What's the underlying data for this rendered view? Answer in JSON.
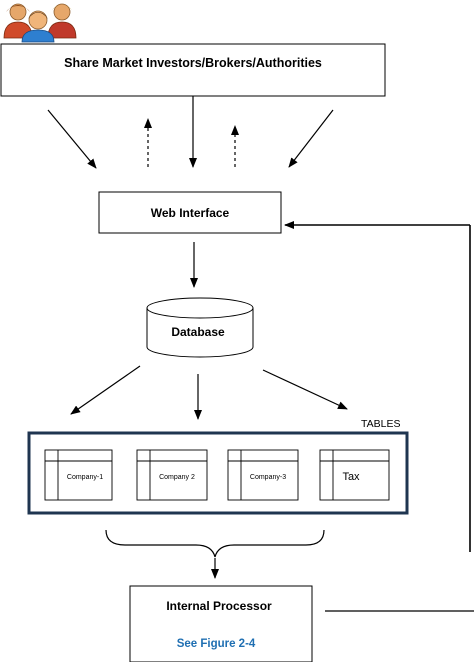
{
  "investors_box": {
    "label": "Share Market Investors/Brokers/Authorities"
  },
  "web_interface": {
    "label": "Web Interface"
  },
  "database": {
    "label": "Database"
  },
  "tables": {
    "heading": "TABLES",
    "items": [
      {
        "label": "Company-1"
      },
      {
        "label": "Company 2"
      },
      {
        "label": "Company-3"
      },
      {
        "label": "Tax"
      }
    ]
  },
  "processor": {
    "title": "Internal Processor",
    "link": "See Figure 2-4",
    "link_color": "#1f6fb2"
  },
  "colors": {
    "tables_border": "#1f3550",
    "line": "#000000"
  }
}
